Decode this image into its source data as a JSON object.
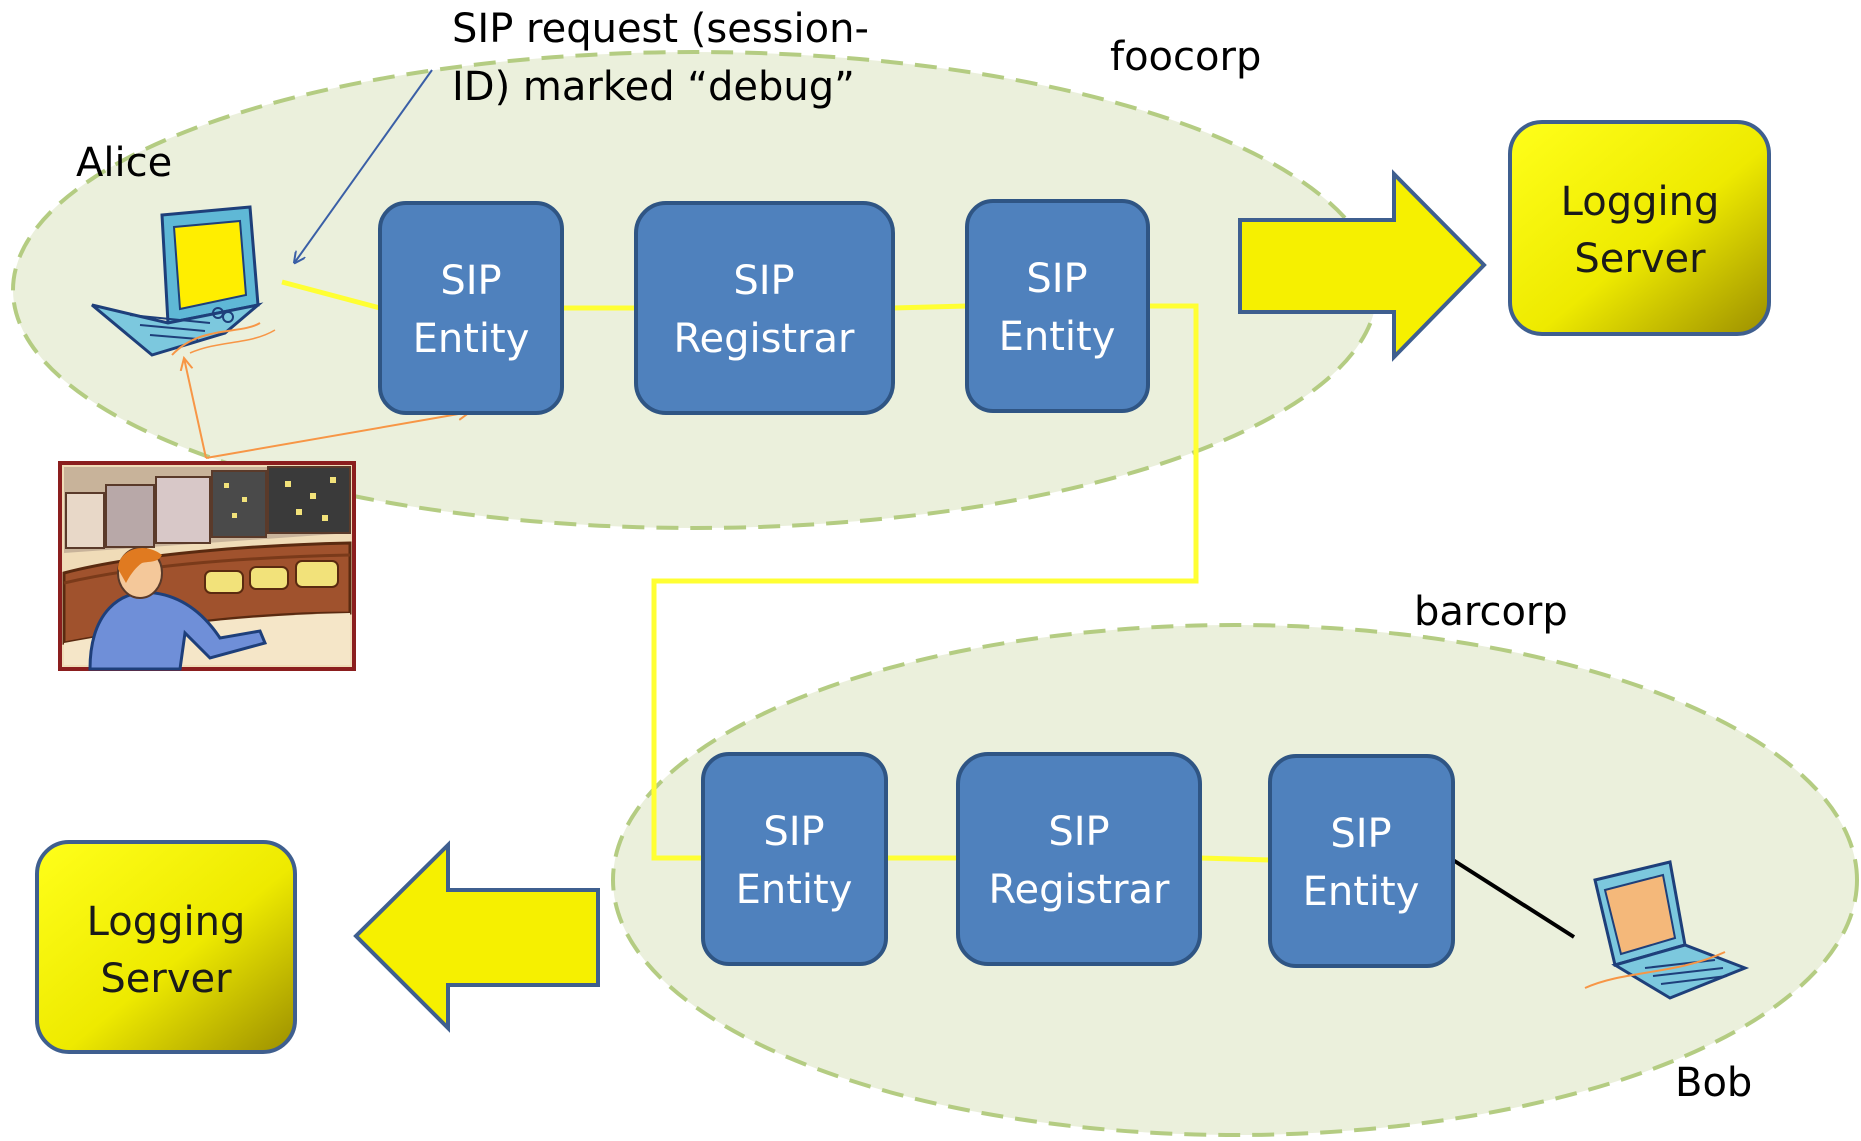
{
  "annotation": {
    "line1": "SIP request (session-",
    "line2": "ID) marked “debug”"
  },
  "domains": {
    "top": "foocorp",
    "bottom": "barcorp"
  },
  "users": {
    "alice": "Alice",
    "bob": "Bob"
  },
  "top_chain": [
    {
      "line1": "SIP",
      "line2": "Entity"
    },
    {
      "line1": "SIP",
      "line2": "Registrar"
    },
    {
      "line1": "SIP",
      "line2": "Entity"
    }
  ],
  "bottom_chain": [
    {
      "line1": "SIP",
      "line2": "Entity"
    },
    {
      "line1": "SIP",
      "line2": "Registrar"
    },
    {
      "line1": "SIP",
      "line2": "Entity"
    }
  ],
  "logging_servers": {
    "top": {
      "line1": "Logging",
      "line2": "Server"
    },
    "bottom": {
      "line1": "Logging",
      "line2": "Server"
    }
  },
  "colors": {
    "node_fill": "#4f81bd",
    "node_stroke": "#2f5584",
    "ellipse_fill": "#ebf0dc",
    "ellipse_stroke": "#b4cc82",
    "link_yellow": "#ffff33",
    "arrow_yellow": "#f6f000",
    "arrow_stroke": "#3f5f8f",
    "operator_link": "#f79646"
  },
  "icons": [
    "laptop-icon",
    "operator-console-icon"
  ]
}
